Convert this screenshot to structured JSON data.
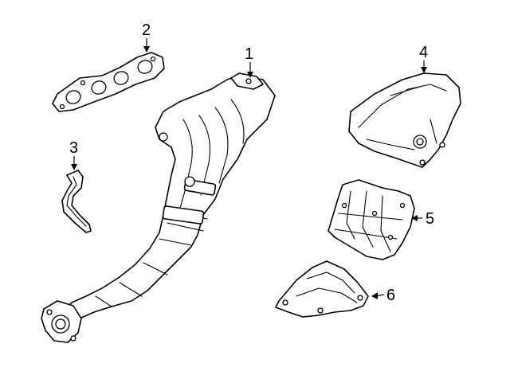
{
  "callouts": [
    {
      "id": "1",
      "label": "1",
      "part": "exhaust-manifold-with-catalytic-converter"
    },
    {
      "id": "2",
      "label": "2",
      "part": "manifold-gasket"
    },
    {
      "id": "3",
      "label": "3",
      "part": "oxygen-sensor-bracket"
    },
    {
      "id": "4",
      "label": "4",
      "part": "upper-heat-shield"
    },
    {
      "id": "5",
      "label": "5",
      "part": "heat-shield"
    },
    {
      "id": "6",
      "label": "6",
      "part": "lower-heat-shield"
    }
  ],
  "colors": {
    "line": "#000000",
    "background": "#ffffff"
  }
}
